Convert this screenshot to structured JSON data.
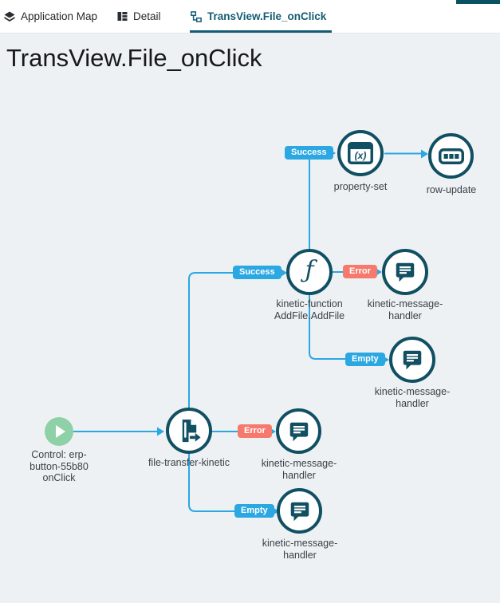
{
  "tabs": [
    {
      "label": "Application Map",
      "icon": "layers-icon",
      "active": false
    },
    {
      "label": "Detail",
      "icon": "grid-icon",
      "active": false
    },
    {
      "label": "TransView.File_onClick",
      "icon": "flow-icon",
      "active": true
    }
  ],
  "page": {
    "title": "TransView.File_onClick"
  },
  "diagram": {
    "nodes": {
      "start": {
        "label": "Control: erp-\nbutton-55b80\nonClick"
      },
      "file_transfer": {
        "label": "file-transfer-kinetic"
      },
      "kinetic_function": {
        "label": "kinetic-function\nAddFile.AddFile"
      },
      "property_set": {
        "label": "property-set"
      },
      "row_update": {
        "label": "row-update"
      },
      "mh_fn_error": {
        "label": "kinetic-message-\nhandler"
      },
      "mh_fn_empty": {
        "label": "kinetic-message-\nhandler"
      },
      "mh_ft_error": {
        "label": "kinetic-message-\nhandler"
      },
      "mh_ft_empty": {
        "label": "kinetic-message-\nhandler"
      }
    },
    "edge_labels": {
      "success_top": "Success",
      "success_mid": "Success",
      "error_fn": "Error",
      "error_ft": "Error",
      "empty_fn": "Empty",
      "empty_ft": "Empty"
    }
  },
  "colors": {
    "edge_blue": "#2ba7e2",
    "error_red": "#f5796d",
    "node_teal": "#114f62",
    "start_green": "#8ed1a6",
    "tab_active_teal": "#135c74",
    "background": "#edf1f4"
  }
}
